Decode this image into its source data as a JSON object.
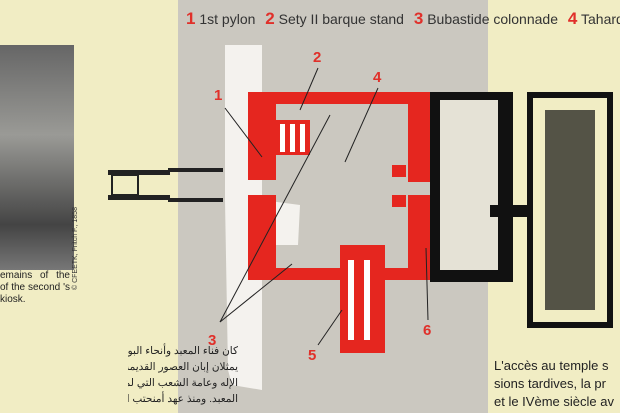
{
  "legend": [
    {
      "num": "1",
      "label": "1st pylon"
    },
    {
      "num": "2",
      "label": "Sety II barque stand"
    },
    {
      "num": "3",
      "label": "Bubastide colonnade"
    },
    {
      "num": "4",
      "label": "Taharq"
    }
  ],
  "photo_credit": "© CFEETK, Fritch F., 1858",
  "caption": "emains of the of the second 's kiosk.",
  "arabic_text": [
    "كان فناء المعبد وأنحاء البوابة ال",
    "يمثلان إبان العصور القديمة موضعاً",
    "الإله وعامة الشعب التي لم يكن مُصر",
    "المعبد. ومنذ عهد أمنحتب الثالث، ك"
  ],
  "french_text": [
    "L'accès au temple s",
    "sions tardives, la pr",
    "et le IVème siècle av"
  ],
  "markers": [
    "1",
    "2",
    "3",
    "4",
    "5",
    "6"
  ],
  "colors": {
    "accent": "#e0302a",
    "band": "#cbc8c0",
    "paper": "#f1edc4"
  }
}
